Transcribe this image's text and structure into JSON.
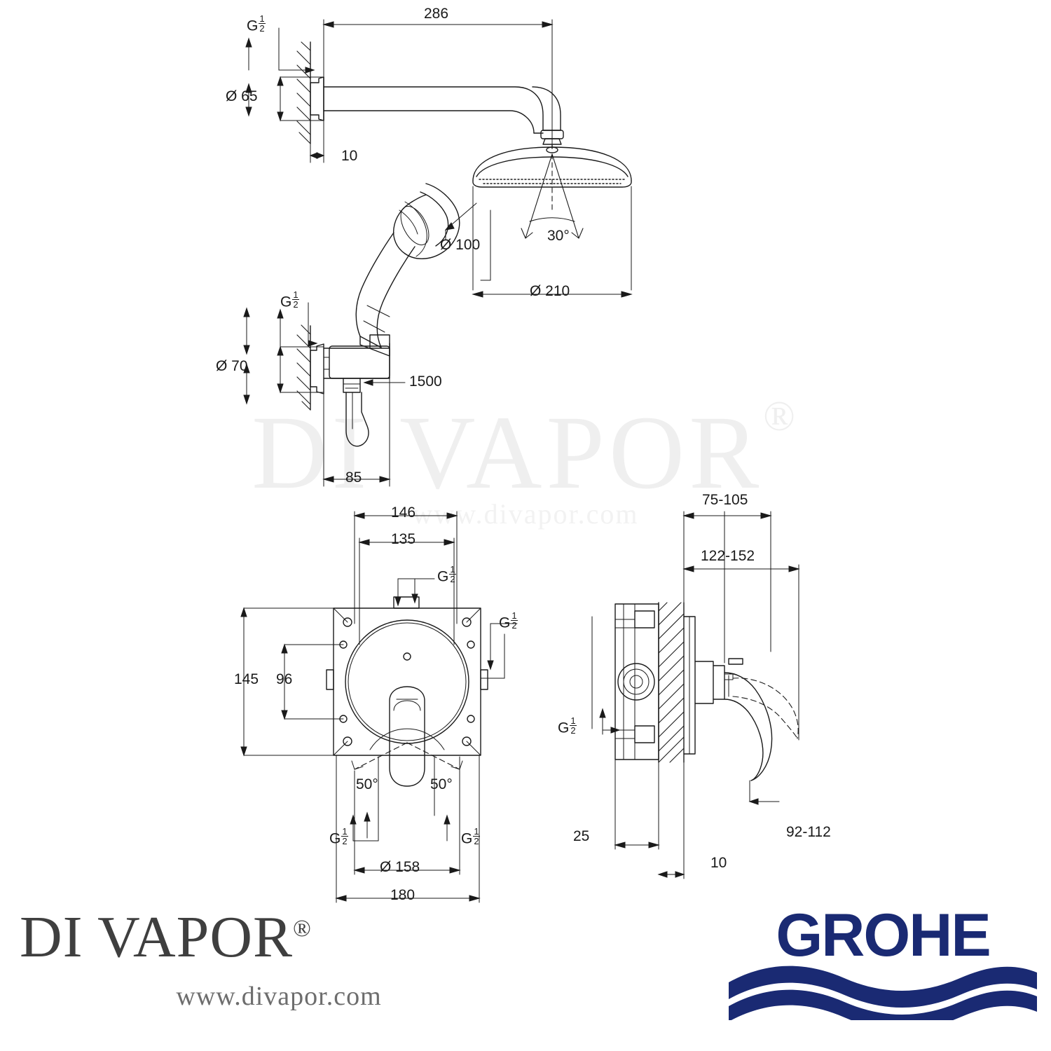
{
  "document": {
    "type": "technical-dimension-drawing",
    "product": "Concealed shower mixer set with head shower, hand shower and wall union"
  },
  "watermark": {
    "text": "DI VAPOR",
    "registered": "®",
    "url": "www.divapor.com"
  },
  "footer": {
    "divapor": {
      "name": "DI VAPOR",
      "registered": "®",
      "url": "www.divapor.com"
    },
    "grohe": {
      "name": "GROHE"
    }
  },
  "dimensions": {
    "head_shower": [
      {
        "id": "d-g12-top",
        "label": "G",
        "fraction": "1/2"
      },
      {
        "id": "d-286",
        "label": "286"
      },
      {
        "id": "d-65",
        "label": "Ø 65"
      },
      {
        "id": "d-10",
        "label": "10"
      },
      {
        "id": "d-30deg",
        "label": "30°"
      },
      {
        "id": "d-100",
        "label": "Ø 100"
      },
      {
        "id": "d-210",
        "label": "Ø 210"
      }
    ],
    "wall_union": [
      {
        "id": "d-g12-union",
        "label": "G",
        "fraction": "1/2"
      },
      {
        "id": "d-70",
        "label": "Ø 70"
      },
      {
        "id": "d-1500",
        "label": "1500"
      },
      {
        "id": "d-85",
        "label": "85"
      }
    ],
    "valve_front": [
      {
        "id": "d-146",
        "label": "146"
      },
      {
        "id": "d-135",
        "label": "135"
      },
      {
        "id": "d-g12-front-top",
        "label": "G",
        "fraction": "1/2"
      },
      {
        "id": "d-g12-front-right",
        "label": "G",
        "fraction": "1/2"
      },
      {
        "id": "d-145",
        "label": "145"
      },
      {
        "id": "d-96",
        "label": "96"
      },
      {
        "id": "d-50deg-left",
        "label": "50°"
      },
      {
        "id": "d-50deg-right",
        "label": "50°"
      },
      {
        "id": "d-g12-bottom-left",
        "label": "G",
        "fraction": "1/2"
      },
      {
        "id": "d-g12-bottom-right",
        "label": "G",
        "fraction": "1/2"
      },
      {
        "id": "d-158",
        "label": "Ø 158"
      },
      {
        "id": "d-180",
        "label": "180"
      }
    ],
    "valve_side": [
      {
        "id": "d-75-105",
        "label": "75-105"
      },
      {
        "id": "d-122-152",
        "label": "122-152"
      },
      {
        "id": "d-g12-side",
        "label": "G",
        "fraction": "1/2"
      },
      {
        "id": "d-92-112",
        "label": "92-112"
      },
      {
        "id": "d-25",
        "label": "25"
      },
      {
        "id": "d-10-side",
        "label": "10"
      }
    ]
  }
}
